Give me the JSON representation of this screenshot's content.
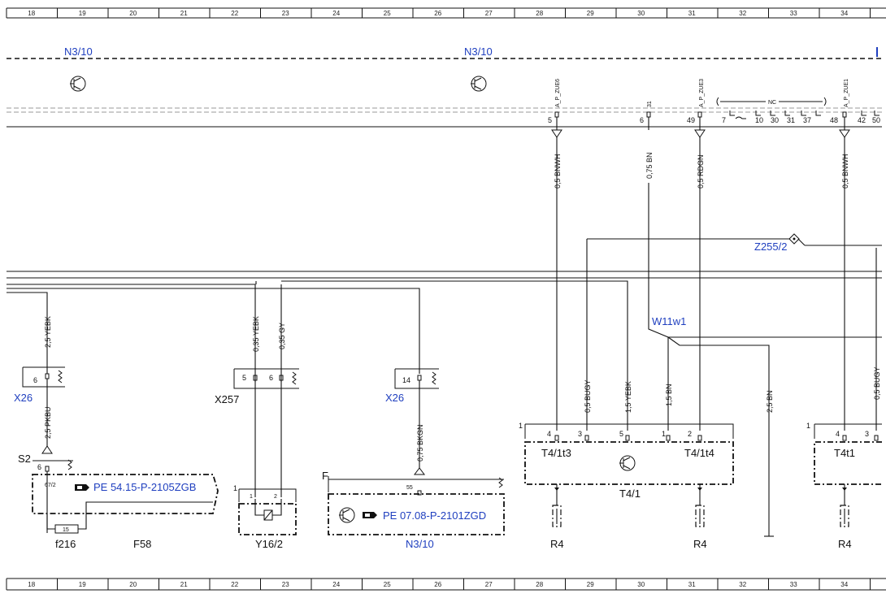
{
  "grid": {
    "columns": [
      "18",
      "19",
      "20",
      "21",
      "22",
      "23",
      "24",
      "25",
      "26",
      "27",
      "28",
      "29",
      "30",
      "31",
      "32",
      "33",
      "34"
    ]
  },
  "components": {
    "n3_10_top_left": "N3/10",
    "n3_10_top_mid": "N3/10",
    "n3_10_bottom": "N3/10",
    "z255_2": "Z255/2",
    "w11w1": "W11w1",
    "x26_left": "X26",
    "x26_mid": "X26",
    "x257": "X257",
    "s2": "S2",
    "f58": "F58",
    "f216": "f216",
    "y16_2": "Y16/2",
    "t4_1t3": "T4/1t3",
    "t4_1t4": "T4/1t4",
    "t4_1": "T4/1",
    "t4t1": "T4t1",
    "r4_a": "R4",
    "r4_b": "R4",
    "r4_c": "R4"
  },
  "references": {
    "pe_54": "PE 54.15-P-2105ZGB",
    "pe_07": "PE 07.08-P-2101ZGD"
  },
  "signals": {
    "a_p_zue6": "A_P_ZUE6",
    "ground_31": "31",
    "a_p_zue3": "A_P_ZUE3",
    "a_p_zue1": "A_P_ZUE1",
    "nc": "NC"
  },
  "pins": {
    "p5": "5",
    "p6": "6",
    "p49": "49",
    "p7": "7",
    "p10": "10",
    "p30": "30",
    "p31": "31",
    "p37": "37",
    "p48": "48",
    "p42": "42",
    "p50": "50",
    "x26_l_pin": "6",
    "x257_pin_a": "5",
    "x257_pin_b": "6",
    "x26_m_pin": "14",
    "s2_pin": "6",
    "s2_sub": "67/2",
    "f216_val": "15",
    "y16_a": "1",
    "y16_b": "2",
    "y16_top": "1",
    "n3_pin": "55",
    "n3_top": "F",
    "t4_top": "1",
    "t4_p4": "4",
    "t4_p3": "3",
    "t4_p5": "5",
    "t4_p1": "1",
    "t4_p2": "2",
    "t4t1_top": "1",
    "t4t1_p4": "4",
    "t4t1_p3": "3"
  },
  "wires": {
    "w_bnwh_1": "0,5 BNWH",
    "w_bn_075": "0,75 BN",
    "w_rdgn": "0,5 RDGN",
    "w_bnwh_2": "0,5 BNWH",
    "w_yebk_25": "2,5 YEBK",
    "w_yebk_035": "0,35 YEBK",
    "w_gy_035": "0,35 GY",
    "w_pkbu": "2,5 PKBU",
    "w_bkgn": "0,75 BKGN",
    "w_bugy_1": "0,5 BUGY",
    "w_yebk_15": "1,5 YEBK",
    "w_bn_15": "1,5 BN",
    "w_bn_25": "2,5 BN",
    "w_bugy_2": "0,5 BUGY"
  }
}
